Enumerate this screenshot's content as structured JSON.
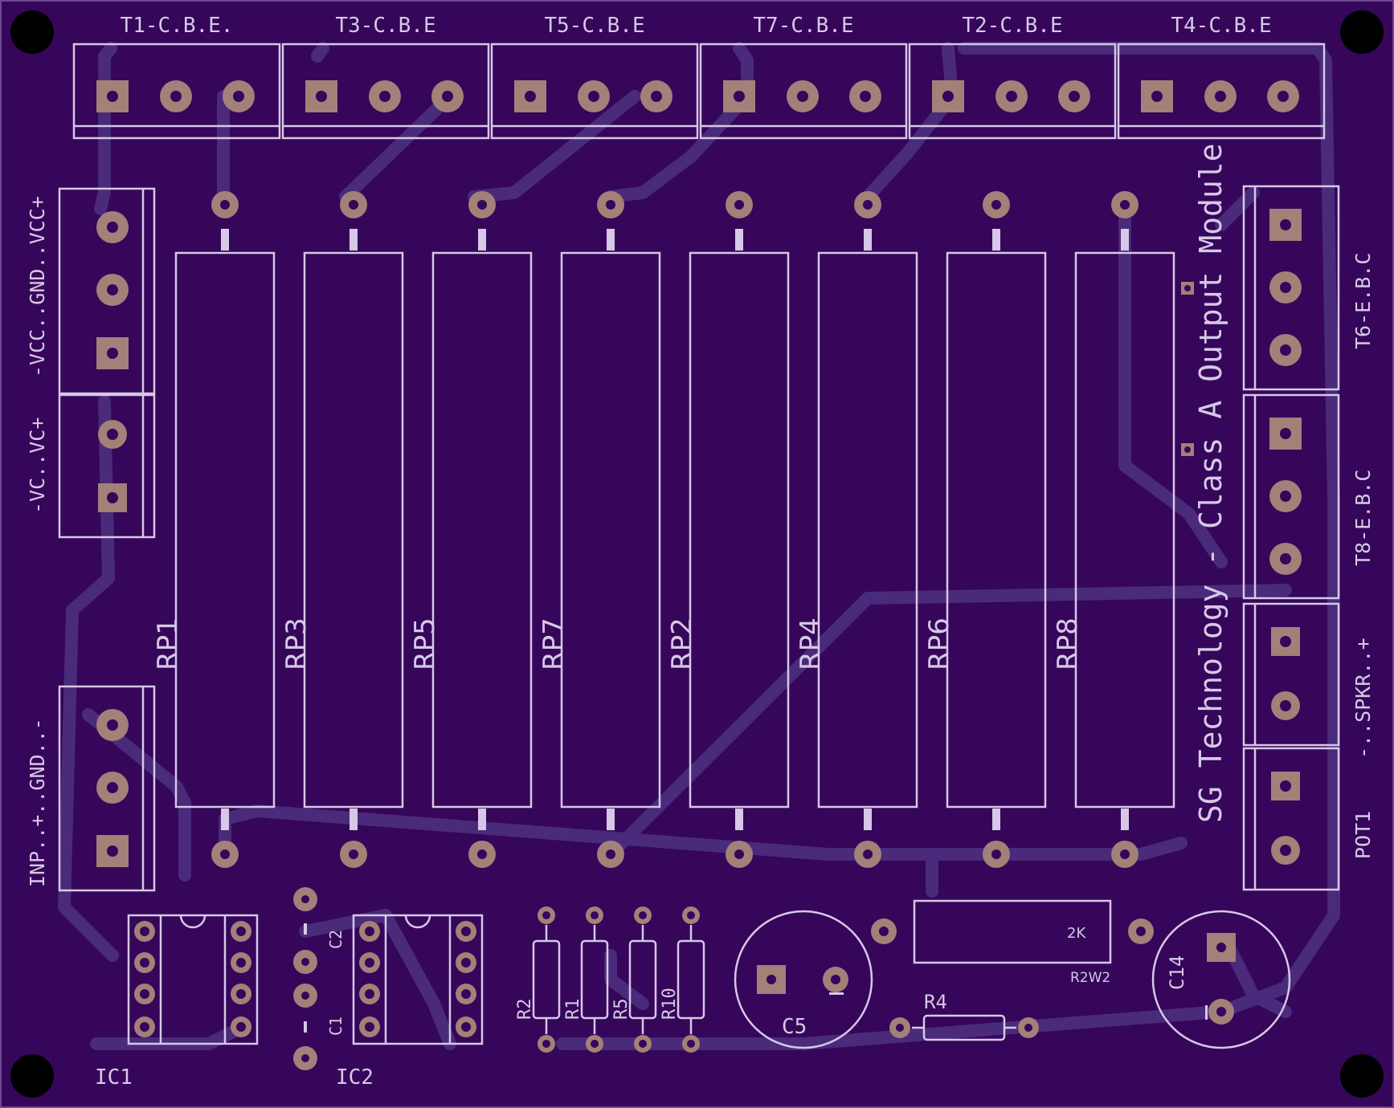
{
  "board": {
    "title": "SG Technology - Class A Output Module",
    "colors": {
      "board": "#35065a",
      "trace": "#4a2a7a",
      "silk": "#d6c8e6",
      "copper": "#a38078"
    }
  },
  "headers_top": [
    "T1-C.B.E.",
    "T3-C.B.E",
    "T5-C.B.E",
    "T7-C.B.E",
    "T2-C.B.E",
    "T4-C.B.E"
  ],
  "headers_left": {
    "power": "-VCC..GND..VCC+",
    "vc": "-VC..VC+",
    "input": "INP..+..GND..-"
  },
  "headers_right": {
    "t6": "T6-E.B.C",
    "t8": "T8-E.B.C",
    "spkr": "-..SPKR..+",
    "pot": "POT1"
  },
  "resistors_power": [
    "RP1",
    "RP3",
    "RP5",
    "RP7",
    "RP2",
    "RP4",
    "RP6",
    "RP8"
  ],
  "small_resistors": [
    "R2",
    "R1",
    "R5",
    "R10"
  ],
  "ics": [
    "IC1",
    "IC2"
  ],
  "caps_small": [
    "C2",
    "C1"
  ],
  "cap_c5": "C5",
  "cap_c14": "C14",
  "trimmer": {
    "value": "2K",
    "name": "R2W2"
  },
  "r4": "R4"
}
